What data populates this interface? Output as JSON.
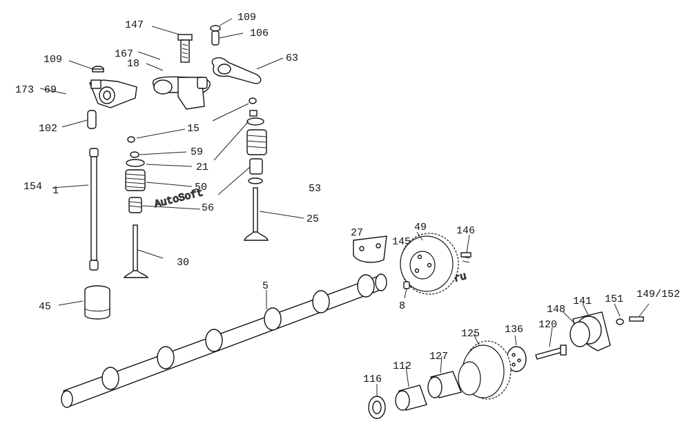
{
  "watermark": {
    "part1": "AutoSoft",
    "part2": ".ru"
  },
  "labels": {
    "l147": "147",
    "l109a": "109",
    "l106": "106",
    "l167": "167",
    "l18": "18",
    "l63": "63",
    "l109b": "109",
    "l173": "173",
    "l69": "69",
    "l102": "102",
    "l15": "15",
    "l59": "59",
    "l21": "21",
    "l50": "50",
    "l53": "53",
    "l56": "56",
    "l25": "25",
    "l154": "154",
    "l1": "1",
    "l30": "30",
    "l27": "27",
    "l145": "145",
    "l49": "49",
    "l146": "146",
    "l45": "45",
    "l5": "5",
    "l8": "8",
    "l148": "148",
    "l141": "141",
    "l151": "151",
    "l149": "149/152",
    "l125": "125",
    "l136": "136",
    "l120": "120",
    "l127": "127",
    "l112": "112",
    "l116": "116"
  }
}
